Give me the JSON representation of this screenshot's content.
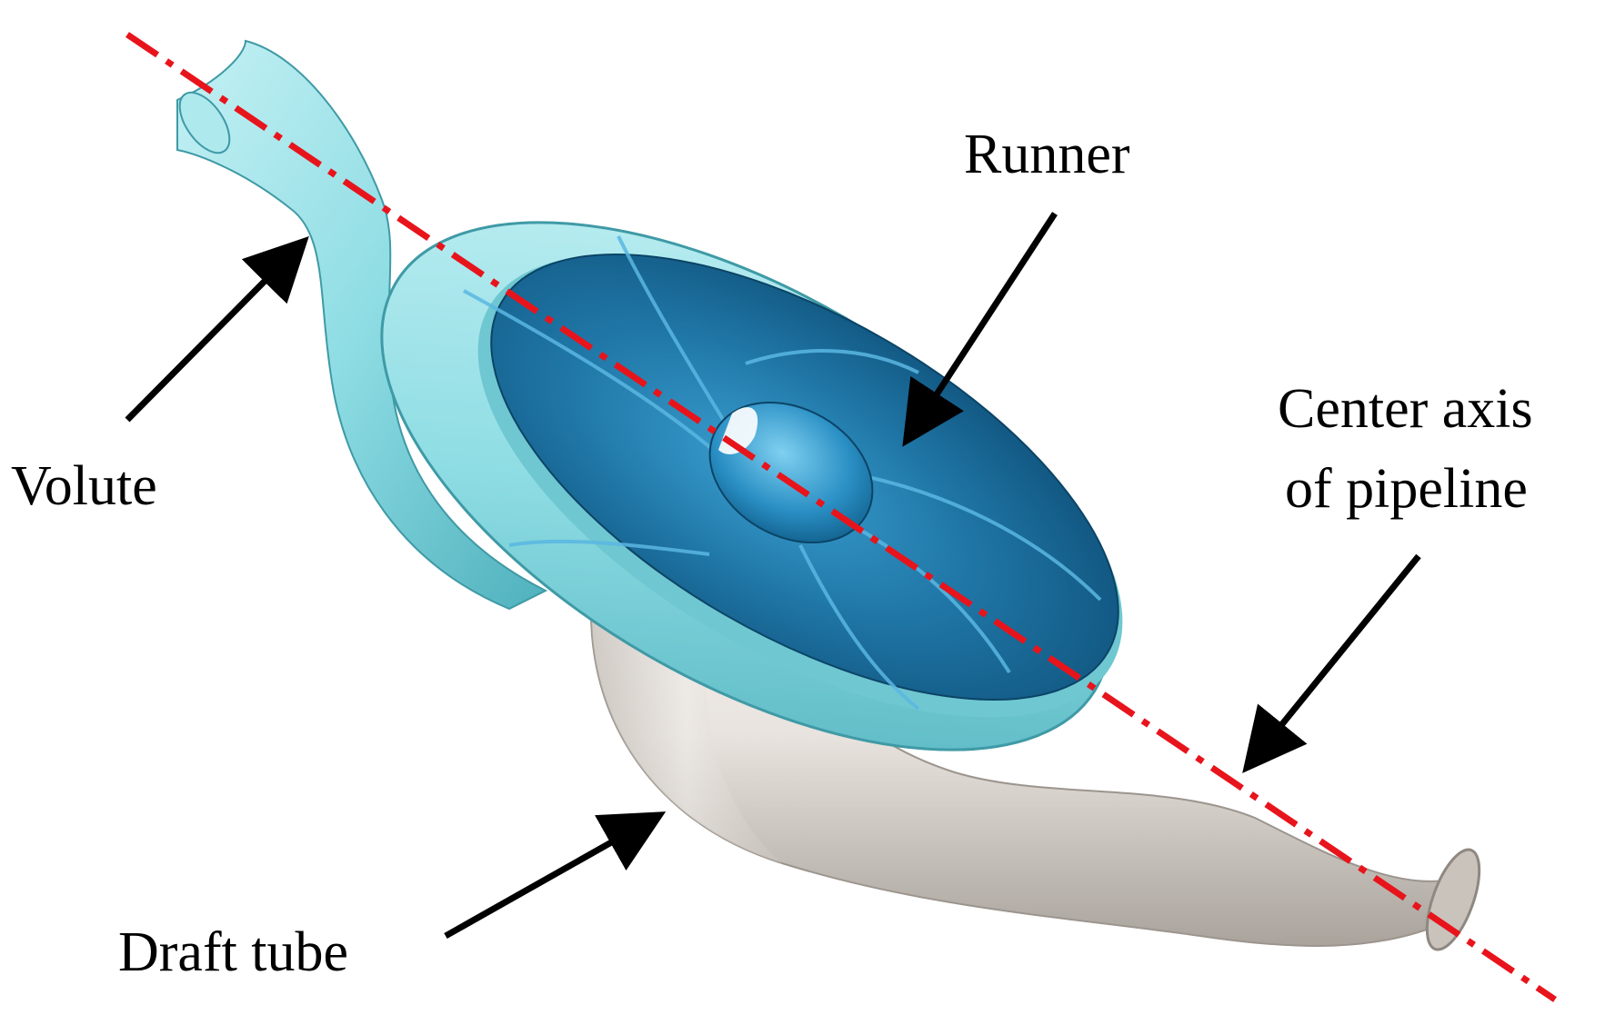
{
  "labels": {
    "runner": "Runner",
    "volute": "Volute",
    "center_axis_line1": "Center axis",
    "center_axis_line2": "of pipeline",
    "draft_tube": "Draft tube"
  },
  "colors": {
    "axis_line": "#e8141c",
    "volute": "#8fdde4",
    "volute_dark": "#4fb1bd",
    "runner": "#1f76a6",
    "runner_dark": "#0e4f78",
    "draft_tube": "#e8e3de",
    "draft_tube_dark": "#a9a39c",
    "arrow": "#000000"
  }
}
